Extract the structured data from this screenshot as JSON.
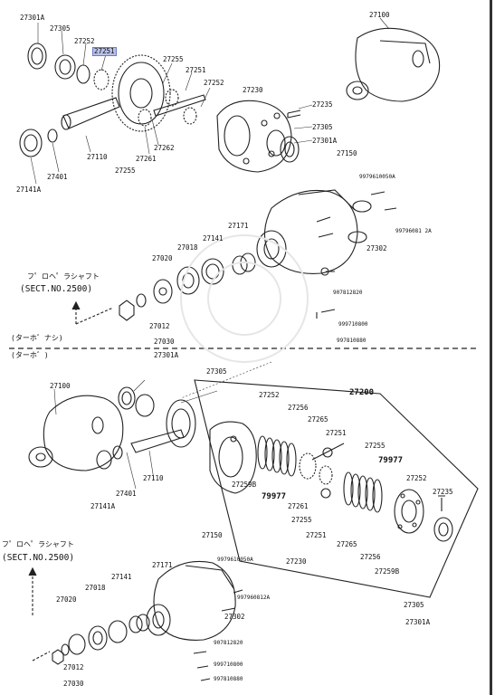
{
  "upper_labels": [
    "27301A",
    "27305",
    "27252",
    "27251",
    "27255",
    "27251",
    "27252",
    "27100",
    "27230",
    "27235",
    "27305",
    "27301A",
    "27110",
    "27262",
    "27261",
    "27255",
    "27401",
    "27141A",
    "27150",
    "9979610050A",
    "99796081 2A",
    "27302",
    "27171",
    "27141",
    "27018",
    "27020",
    "27012",
    "27030",
    "907812820",
    "999710800",
    "997810880"
  ],
  "upper_sect": {
    "line1": "フ゜ロヘ゜ラシャフト",
    "line2": "(SECT.NO.2500)"
  },
  "divider": {
    "top_left": "(ターホ゛ナシ)",
    "bottom_left": "(ターホ゛)"
  },
  "lower_labels": [
    "27301A",
    "27305",
    "27100",
    "27200",
    "27252",
    "27256",
    "27265",
    "27251",
    "27255",
    "79977",
    "27252",
    "27235",
    "27110",
    "27401",
    "27141A",
    "27259B",
    "79977",
    "27261",
    "27255",
    "27251",
    "27265",
    "27256",
    "27259B",
    "27230",
    "27305",
    "27301A",
    "27150",
    "9979610050A",
    "27171",
    "27141",
    "27018",
    "27020",
    "27012",
    "27030",
    "27302",
    "997960812A",
    "907812820",
    "999710800",
    "997810880"
  ],
  "lower_sect": {
    "line1": "フ゜ロヘ゜ラシャフト",
    "line2": "(SECT.NO.2500)"
  }
}
